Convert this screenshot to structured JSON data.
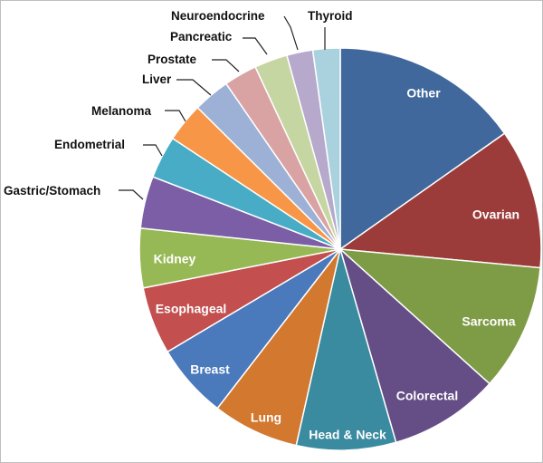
{
  "chart_data": {
    "type": "pie",
    "title": "",
    "legend": "none",
    "slices": [
      {
        "label": "Other",
        "value": 16.0,
        "color": "#41689c"
      },
      {
        "label": "Ovarian",
        "value": 11.8,
        "color": "#9b3c3a"
      },
      {
        "label": "Sarcoma",
        "value": 10.7,
        "color": "#7e9b45"
      },
      {
        "label": "Colorectal",
        "value": 9.3,
        "color": "#654d86"
      },
      {
        "label": "Head & Neck",
        "value": 8.4,
        "color": "#3a8aa0"
      },
      {
        "label": "Lung",
        "value": 7.3,
        "color": "#d2782f"
      },
      {
        "label": "Breast",
        "value": 6.3,
        "color": "#4a79bc"
      },
      {
        "label": "Esophageal",
        "value": 5.7,
        "color": "#c34f4f"
      },
      {
        "label": "Kidney",
        "value": 5.0,
        "color": "#97b955"
      },
      {
        "label": "Gastric/Stomach",
        "value": 4.4,
        "color": "#7b5ea5"
      },
      {
        "label": "Endometrial",
        "value": 3.6,
        "color": "#48acc6"
      },
      {
        "label": "Melanoma",
        "value": 3.3,
        "color": "#f79646"
      },
      {
        "label": "Liver",
        "value": 3.1,
        "color": "#9db1d6"
      },
      {
        "label": "Prostate",
        "value": 2.8,
        "color": "#d9a3a3"
      },
      {
        "label": "Pancreatic",
        "value": 2.8,
        "color": "#c6d6a2"
      },
      {
        "label": "Neuroendocrine",
        "value": 2.2,
        "color": "#b6a9cc"
      },
      {
        "label": "Thyroid",
        "value": 2.3,
        "color": "#a9d2de"
      }
    ]
  }
}
